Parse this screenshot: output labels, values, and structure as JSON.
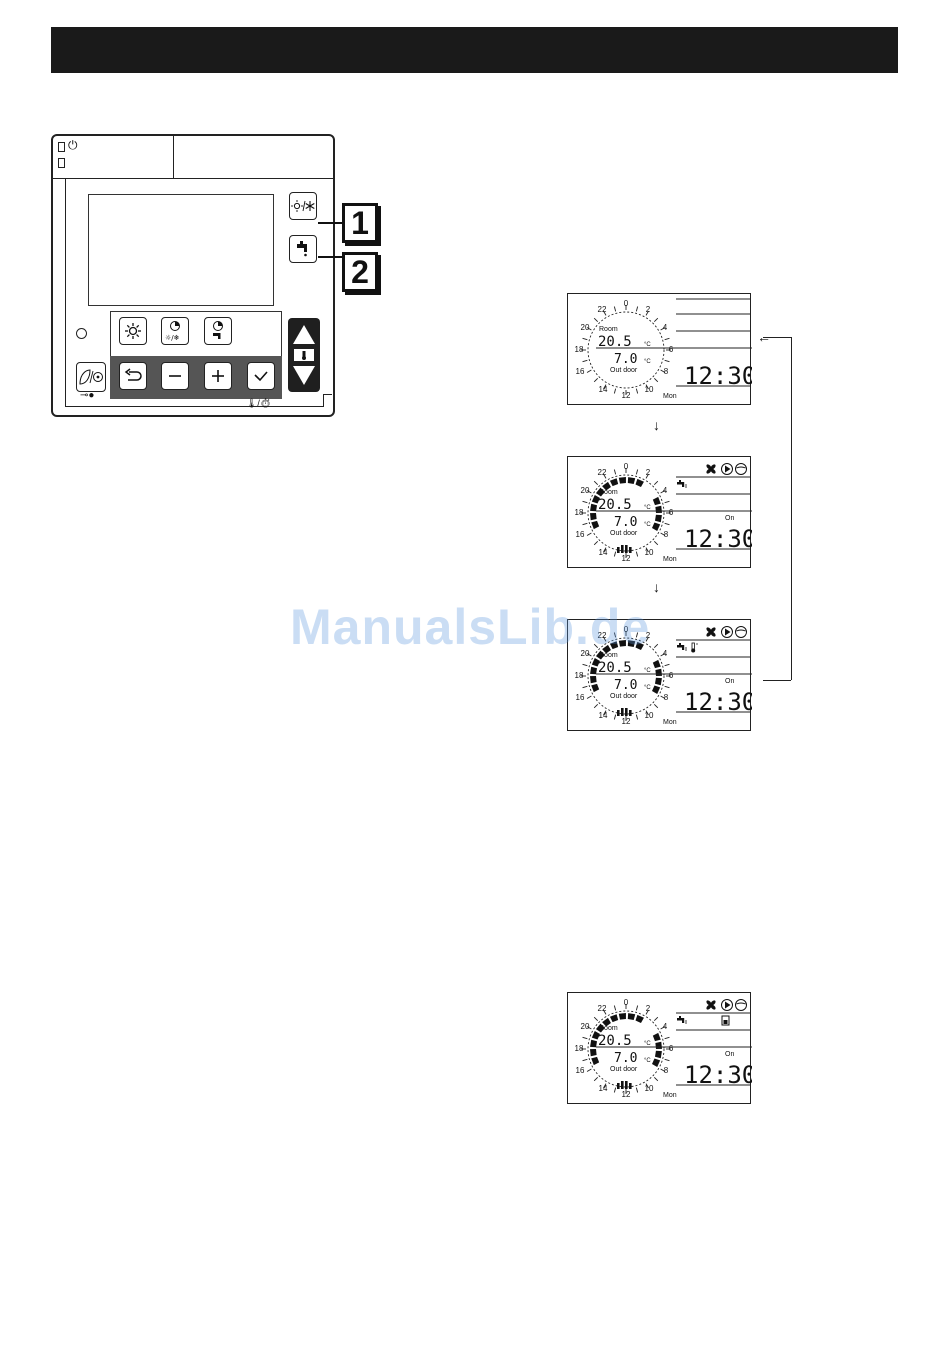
{
  "watermark": "ManualsLib.de",
  "callouts": [
    "1",
    "2"
  ],
  "screens": [
    {
      "id": "screen-1",
      "room_label": "Room",
      "room_temp": "20.5",
      "unit": "°C",
      "outdoor_temp": "7.0",
      "outdoor_label": "Out door",
      "time": "12:30",
      "day": "Mon",
      "on_label": "",
      "show_bars": false,
      "icons": []
    },
    {
      "id": "screen-2",
      "room_label": "Room",
      "room_temp": "20.5",
      "unit": "°C",
      "outdoor_temp": "7.0",
      "outdoor_label": "Out door",
      "time": "12:30",
      "day": "Mon",
      "on_label": "On",
      "show_bars": true,
      "icons": [
        "fan-icon",
        "play-icon",
        "pump-icon",
        "tap-icon"
      ]
    },
    {
      "id": "screen-3",
      "room_label": "Room",
      "room_temp": "20.5",
      "unit": "°C",
      "outdoor_temp": "7.0",
      "outdoor_label": "Out door",
      "time": "12:30",
      "day": "Mon",
      "on_label": "On",
      "show_bars": true,
      "icons": [
        "fan-icon",
        "play-icon",
        "pump-icon",
        "tap-icon",
        "thermometer-icon"
      ]
    },
    {
      "id": "screen-4",
      "room_label": "Room",
      "room_temp": "20.5",
      "unit": "°C",
      "outdoor_temp": "7.0",
      "outdoor_label": "Out door",
      "time": "12:30",
      "day": "Mon",
      "on_label": "On",
      "show_bars": true,
      "icons": [
        "fan-icon",
        "play-icon",
        "pump-icon",
        "tap-icon",
        "tank-icon"
      ]
    }
  ],
  "dial_hours": [
    "0",
    "2",
    "4",
    "6",
    "8",
    "10",
    "12",
    "14",
    "16",
    "18",
    "20",
    "22"
  ]
}
